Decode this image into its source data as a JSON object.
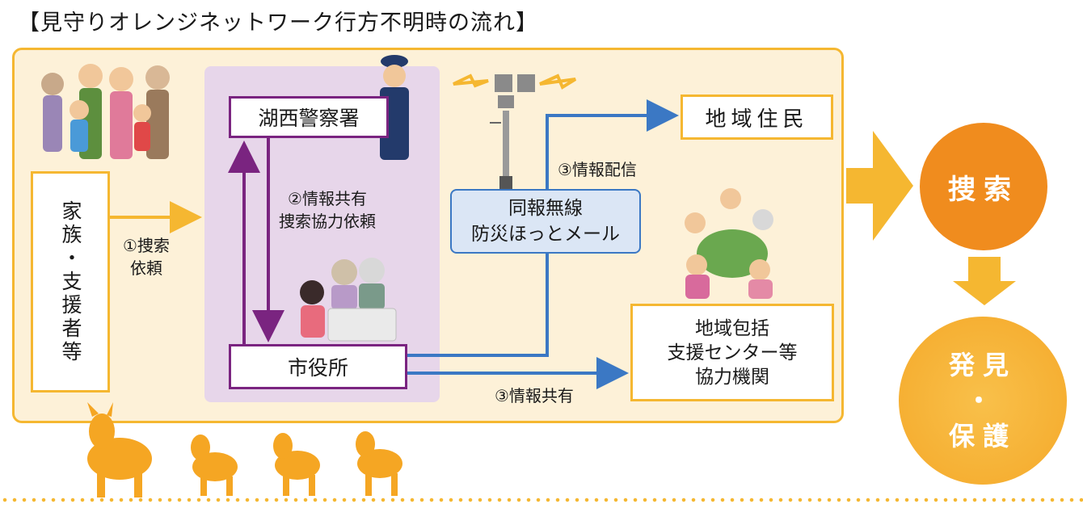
{
  "title": "【見守りオレンジネットワーク行方不明時の流れ】",
  "nodes": {
    "family": "家族・支援者等",
    "police": "湖西警察署",
    "city": "市役所",
    "radio": [
      "同報無線",
      "防災ほっとメール"
    ],
    "residents": "地域住民",
    "center": [
      "地域包括",
      "支援センター等",
      "協力機関"
    ],
    "search": "捜索",
    "found": [
      "発見",
      "・",
      "保護"
    ]
  },
  "edges": {
    "request": [
      "①捜索",
      "依頼"
    ],
    "share_police": [
      "②情報共有",
      "捜索協力依頼"
    ],
    "broadcast": "③情報配信",
    "share_center": "③情報共有"
  },
  "colors": {
    "panel_fill": "#fdf1d8",
    "yellow": "#f5b731",
    "purple": "#7a2480",
    "blue": "#3b78c4",
    "orange": "#f08c1e"
  }
}
